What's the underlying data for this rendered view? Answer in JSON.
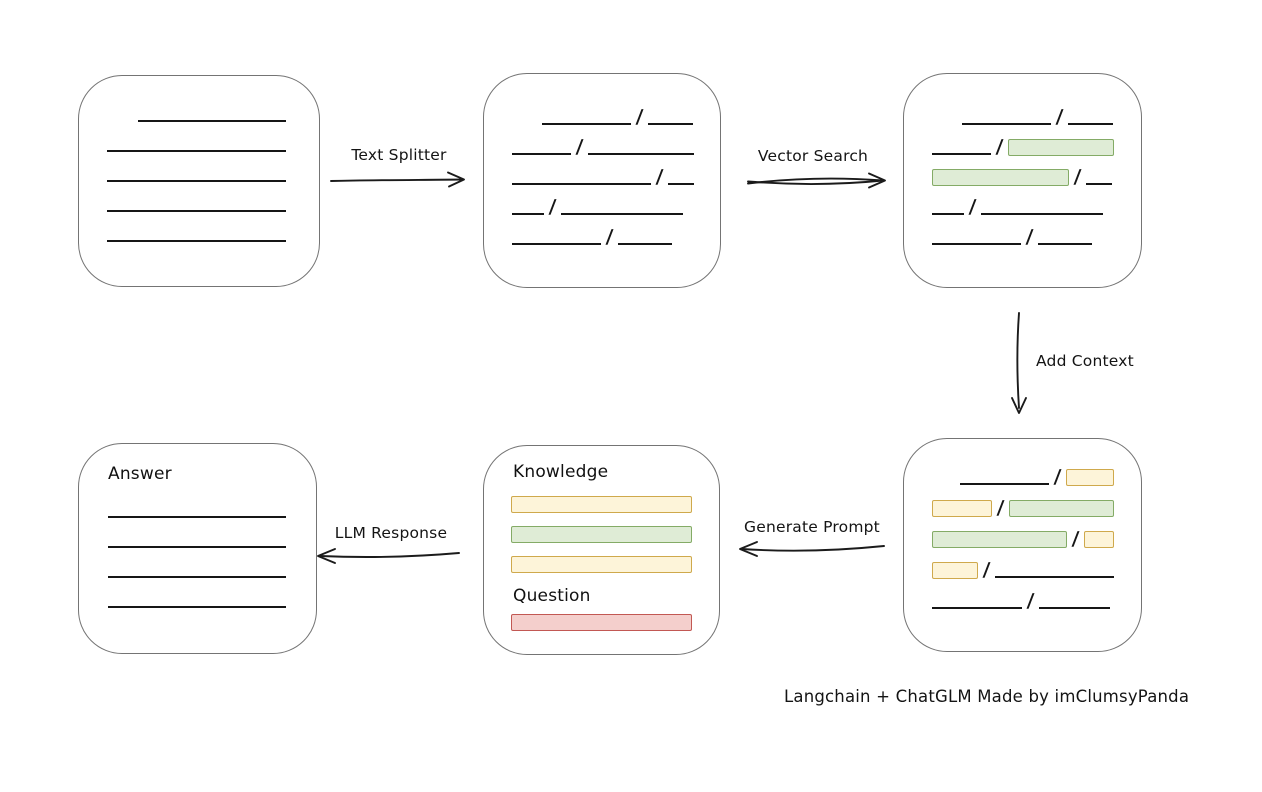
{
  "palette": {
    "green_fill": "#dfecd6",
    "green_border": "#84ab66",
    "yellow_fill": "#fdf4d9",
    "yellow_border": "#cfa94c",
    "red_fill": "#f4cfcc",
    "red_border": "#c25853",
    "ink": "#161616",
    "box_border": "#747474"
  },
  "arrows": {
    "text_splitter": "Text Splitter",
    "vector_search": "Vector Search",
    "add_context": "Add Context",
    "generate_prompt": "Generate Prompt",
    "llm_response": "LLM Response"
  },
  "caption": "Langchain + ChatGLM Made by imClumsyPanda",
  "boxes": {
    "document": {
      "rows": [
        [
          {
            "k": "gap",
            "w": 31
          },
          {
            "k": "line",
            "w": 148
          }
        ],
        [
          {
            "k": "line",
            "w": 179
          }
        ],
        [
          {
            "k": "line",
            "w": 179
          }
        ],
        [
          {
            "k": "line",
            "w": 179
          }
        ],
        [
          {
            "k": "line",
            "w": 179
          }
        ]
      ]
    },
    "chunks": {
      "rows": [
        [
          {
            "k": "gap",
            "w": 30
          },
          {
            "k": "line",
            "w": 89
          },
          {
            "k": "slash"
          },
          {
            "k": "line",
            "w": 45
          }
        ],
        [
          {
            "k": "line",
            "w": 59
          },
          {
            "k": "slash"
          },
          {
            "k": "line",
            "w": 106
          }
        ],
        [
          {
            "k": "line",
            "w": 139
          },
          {
            "k": "slash"
          },
          {
            "k": "line",
            "w": 26
          }
        ],
        [
          {
            "k": "line",
            "w": 32
          },
          {
            "k": "slash"
          },
          {
            "k": "line",
            "w": 122
          }
        ],
        [
          {
            "k": "line",
            "w": 89
          },
          {
            "k": "slash"
          },
          {
            "k": "line",
            "w": 54
          }
        ]
      ]
    },
    "matched": {
      "rows": [
        [
          {
            "k": "gap",
            "w": 30
          },
          {
            "k": "line",
            "w": 89
          },
          {
            "k": "slash"
          },
          {
            "k": "line",
            "w": 45
          }
        ],
        [
          {
            "k": "line",
            "w": 59
          },
          {
            "k": "slash"
          },
          {
            "k": "bar",
            "c": "green",
            "w": 106
          }
        ],
        [
          {
            "k": "bar",
            "c": "green",
            "w": 137
          },
          {
            "k": "slash"
          },
          {
            "k": "line",
            "w": 26
          }
        ],
        [
          {
            "k": "line",
            "w": 32
          },
          {
            "k": "slash"
          },
          {
            "k": "line",
            "w": 122
          }
        ],
        [
          {
            "k": "line",
            "w": 89
          },
          {
            "k": "slash"
          },
          {
            "k": "line",
            "w": 54
          }
        ]
      ]
    },
    "context": {
      "rows": [
        [
          {
            "k": "gap",
            "w": 28
          },
          {
            "k": "line",
            "w": 90
          },
          {
            "k": "slash"
          },
          {
            "k": "bar",
            "c": "yellow",
            "w": 48
          }
        ],
        [
          {
            "k": "bar",
            "c": "yellow",
            "w": 61
          },
          {
            "k": "slash"
          },
          {
            "k": "bar",
            "c": "green",
            "w": 107
          }
        ],
        [
          {
            "k": "bar",
            "c": "green",
            "w": 138
          },
          {
            "k": "slash"
          },
          {
            "k": "bar",
            "c": "yellow",
            "w": 31
          }
        ],
        [
          {
            "k": "bar",
            "c": "yellow",
            "w": 46
          },
          {
            "k": "slash"
          },
          {
            "k": "line",
            "w": 119
          }
        ],
        [
          {
            "k": "line",
            "w": 90
          },
          {
            "k": "slash"
          },
          {
            "k": "line",
            "w": 71
          }
        ]
      ]
    },
    "prompt": {
      "knowledge_label": "Knowledge",
      "question_label": "Question",
      "knowledge_bars": [
        "yellow",
        "green",
        "yellow"
      ],
      "question_bars": [
        "red"
      ]
    },
    "answer": {
      "label": "Answer",
      "rows": [
        [
          {
            "k": "line",
            "w": 178
          }
        ],
        [
          {
            "k": "line",
            "w": 178
          }
        ],
        [
          {
            "k": "line",
            "w": 178
          }
        ],
        [
          {
            "k": "line",
            "w": 178
          }
        ]
      ]
    }
  }
}
